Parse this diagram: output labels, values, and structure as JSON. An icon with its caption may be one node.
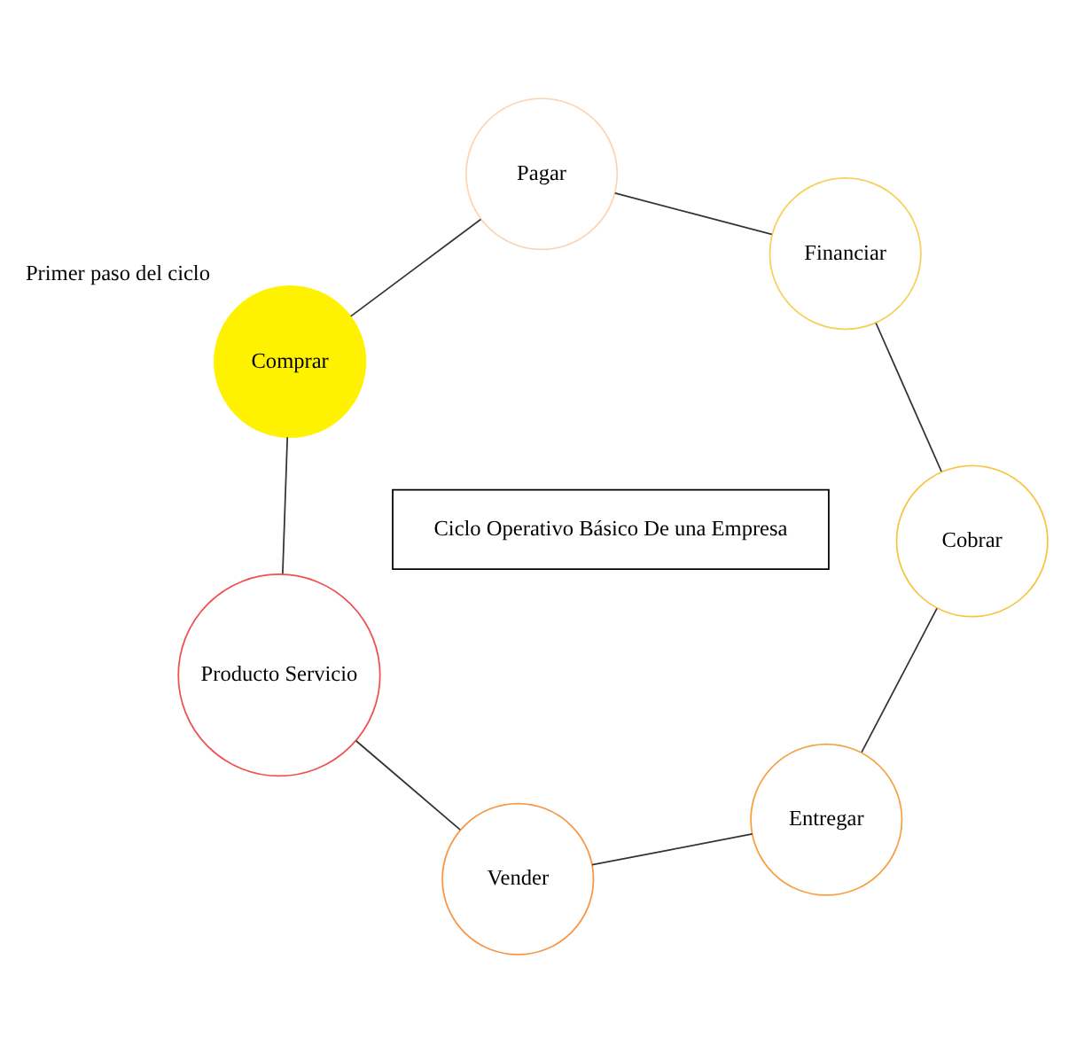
{
  "diagram": {
    "nodes": [
      {
        "text": [
          "Producto Servicio"
        ]
      },
      {
        "text": [
          "Vender"
        ]
      },
      {
        "text": [
          "Entregar"
        ]
      },
      {
        "text": [
          "Cobrar"
        ]
      },
      {
        "text": [
          "Financiar"
        ]
      },
      {
        "text": [
          "Pagar"
        ]
      },
      {
        "text": [
          "Comprar"
        ],
        "beside": [
          "Primer paso del ciclo"
        ]
      },
      {
        "text": [
          "Ciclo Operativo Básico De una Empresa"
        ]
      }
    ],
    "edges": [
      {
        "from": 0,
        "to": 1,
        "arrow": "none"
      },
      {
        "from": 1,
        "to": 2,
        "arrow": "none"
      },
      {
        "from": 2,
        "to": 3,
        "arrow": "none"
      },
      {
        "from": 3,
        "to": 4,
        "arrow": "none"
      },
      {
        "from": 4,
        "to": 5,
        "arrow": "none"
      },
      {
        "from": 5,
        "to": 6,
        "arrow": "none"
      },
      {
        "from": 6,
        "to": 0,
        "arrow": "none"
      }
    ]
  }
}
